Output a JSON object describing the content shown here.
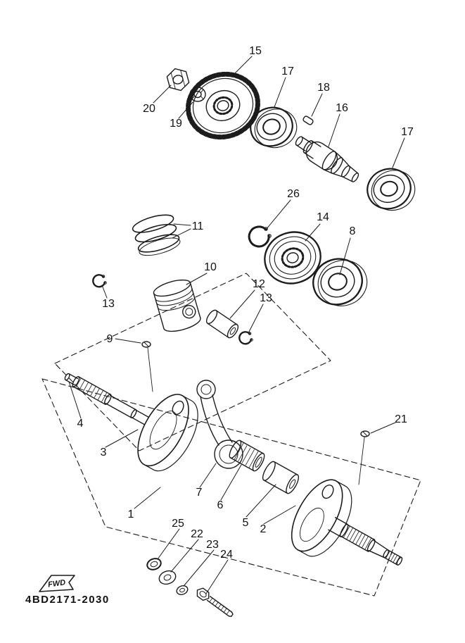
{
  "page": {
    "background": "#ffffff",
    "ink": "#1c1c1c"
  },
  "diagram": {
    "code": "4BD2171-2030",
    "fwd_label": "FWD",
    "callouts": [
      "15",
      "17",
      "18",
      "16",
      "17",
      "20",
      "19",
      "26",
      "14",
      "8",
      "11",
      "10",
      "12",
      "13",
      "13",
      "9",
      "4",
      "3",
      "1",
      "7",
      "6",
      "5",
      "2",
      "21",
      "25",
      "22",
      "23",
      "24"
    ]
  }
}
